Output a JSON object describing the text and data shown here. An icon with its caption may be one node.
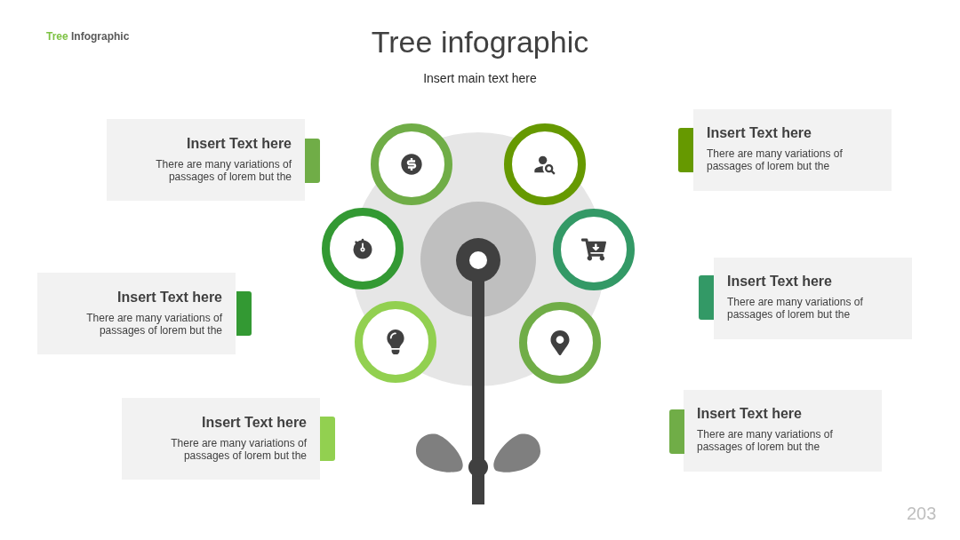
{
  "diagram": {
    "title": "Tree infographic",
    "nodes": [
      {
        "text": [
          "Insert Text here",
          "There are many variations of passages of lorem but the"
        ]
      },
      {
        "text": [
          "Insert Text here",
          "There are many variations of passages of lorem but the"
        ]
      },
      {
        "text": [
          "Insert Text here",
          "There are many variations of passages of lorem but the"
        ]
      },
      {
        "text": [
          "Insert Text here",
          "There are many variations of passages of lorem but the"
        ]
      },
      {
        "text": [
          "Insert Text here",
          "There are many variations of passages of lorem but the"
        ]
      },
      {
        "text": [
          "Insert Text here",
          "There are many variations of passages of lorem but the"
        ]
      }
    ],
    "labels": [
      "Tree Infographic",
      "Insert main text here",
      "203"
    ]
  }
}
